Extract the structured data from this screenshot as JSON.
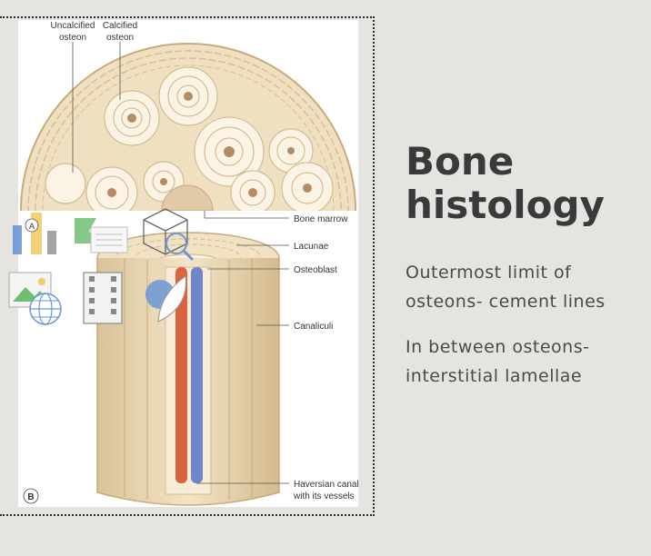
{
  "slide": {
    "title": "Bone histology",
    "bullets": [
      "Outermost limit of osteons- cement lines",
      "In between osteons- interstitial lamellae"
    ]
  },
  "figure": {
    "labels": {
      "uncalcified_l1": "Uncalcified",
      "uncalcified_l2": "osteon",
      "calcified_l1": "Calcified",
      "calcified_l2": "osteon",
      "bone_marrow": "Bone marrow",
      "lacunae": "Lacunae",
      "osteoblast": "Osteoblast",
      "canaliculi": "Canaliculi",
      "haversian_l1": "Haversian canal",
      "haversian_l2": "with its vessels",
      "panel_a": "A",
      "panel_b": "B"
    }
  },
  "insert_icons": [
    "chart-icon",
    "smartart-icon",
    "3d-model-icon",
    "picture-icon",
    "online-picture-icon",
    "video-icon",
    "icons-icon"
  ],
  "colors": {
    "background": "#e5e4e0",
    "title": "#3a3a3a",
    "body": "#4a4a4a"
  }
}
